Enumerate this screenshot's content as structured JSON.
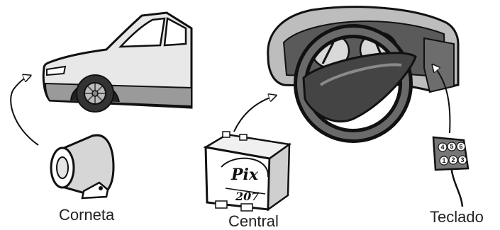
{
  "labels": {
    "horn": "Corneta",
    "central": "Central",
    "keypad": "Teclado"
  },
  "central_unit": {
    "brand": "Pix",
    "model": "207"
  },
  "keypad": {
    "keys": [
      "4",
      "5",
      "6",
      "1",
      "2",
      "3"
    ]
  },
  "colors": {
    "outline": "#111111",
    "gray_light": "#d9d9d9",
    "gray_mid": "#a6a6a6",
    "gray_dark": "#555555"
  }
}
